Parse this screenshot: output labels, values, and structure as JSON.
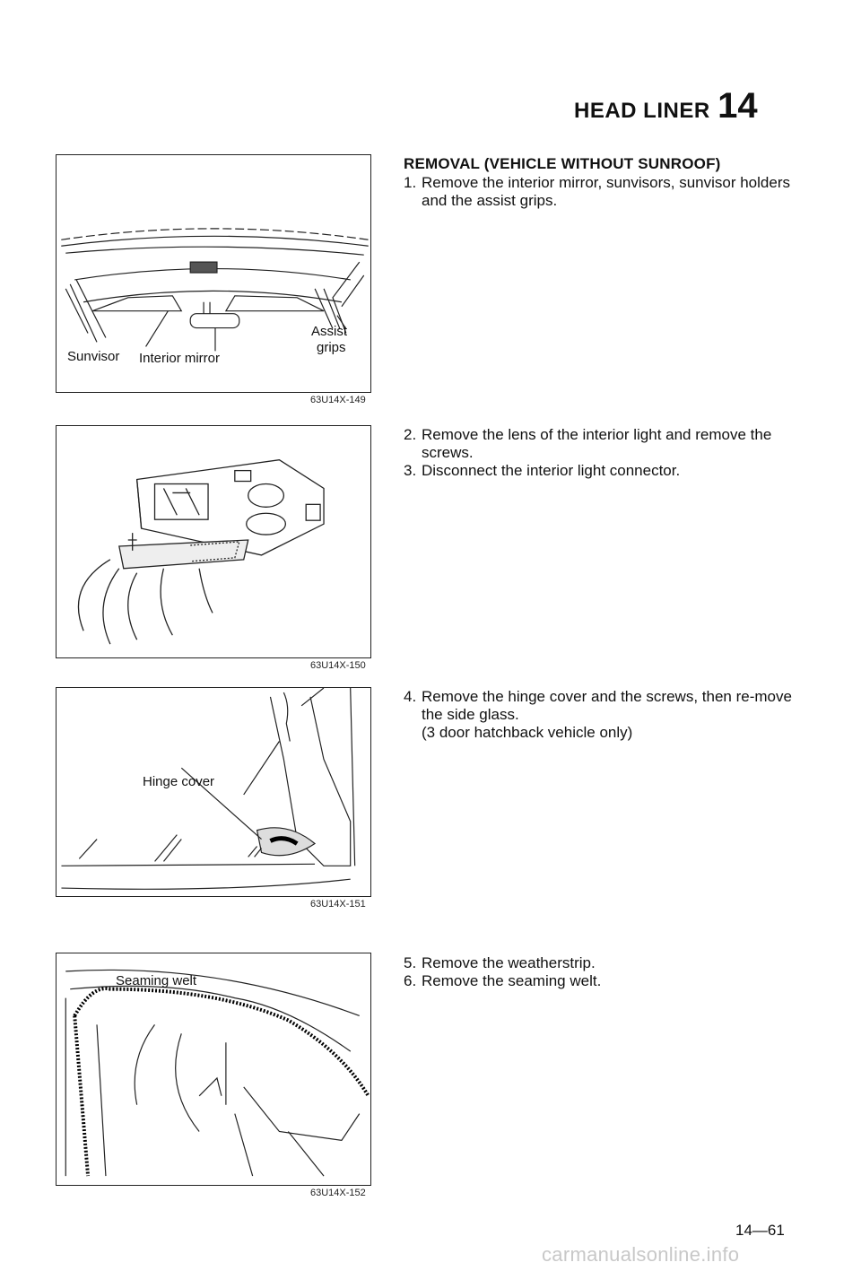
{
  "header": {
    "title": "HEAD LINER",
    "chapter": "14"
  },
  "section": {
    "heading": "REMOVAL (VEHICLE WITHOUT SUNROOF)",
    "steps": [
      {
        "num": "1.",
        "text": "Remove the interior mirror, sunvisors, sunvisor holders and the assist grips."
      },
      {
        "num": "2.",
        "text": "Remove the lens of the interior light and remove the screws."
      },
      {
        "num": "3.",
        "text": "Disconnect the interior light connector."
      },
      {
        "num": "4.",
        "text": "Remove the hinge cover and the screws, then re-move the side glass.",
        "note": "(3 door hatchback vehicle only)"
      },
      {
        "num": "5.",
        "text": "Remove the weatherstrip."
      },
      {
        "num": "6.",
        "text": "Remove the seaming welt."
      }
    ]
  },
  "figures": [
    {
      "code": "63U14X-149",
      "labels": {
        "sunvisor": "Sunvisor",
        "mirror": "Interior mirror",
        "assist1": "Assist",
        "assist2": "grips"
      }
    },
    {
      "code": "63U14X-150"
    },
    {
      "code": "63U14X-151",
      "labels": {
        "hinge": "Hinge cover"
      }
    },
    {
      "code": "63U14X-152",
      "labels": {
        "welt": "Seaming welt"
      }
    }
  ],
  "footer": {
    "page": "14—61",
    "watermark": "carmanualsonline.info"
  }
}
